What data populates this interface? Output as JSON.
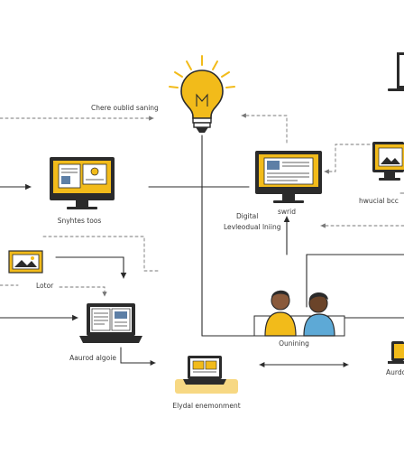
{
  "labels": {
    "idea_caption": "Chere oublid saning",
    "left_screen": "Snyhtes toos",
    "small_card": "Lotor",
    "laptop_left": "Aaurod algoie",
    "center_screen": "Elydal enemonment",
    "digital": "Digital",
    "leveledual": "Levleodual lniing",
    "right_screen": "swrid",
    "far_right": "hwucial bcc",
    "people": "Ounining",
    "right_edge": "Aurdo"
  },
  "colors": {
    "accent_yellow": "#f2bb1a",
    "ink": "#2b2b2b",
    "line": "#3a3a3a",
    "dashed": "#8a8a8a",
    "screen_blue": "#5d7fa6"
  },
  "icons": [
    "lightbulb-icon",
    "monitor-icon",
    "laptop-icon",
    "image-card-icon",
    "people-icon"
  ]
}
